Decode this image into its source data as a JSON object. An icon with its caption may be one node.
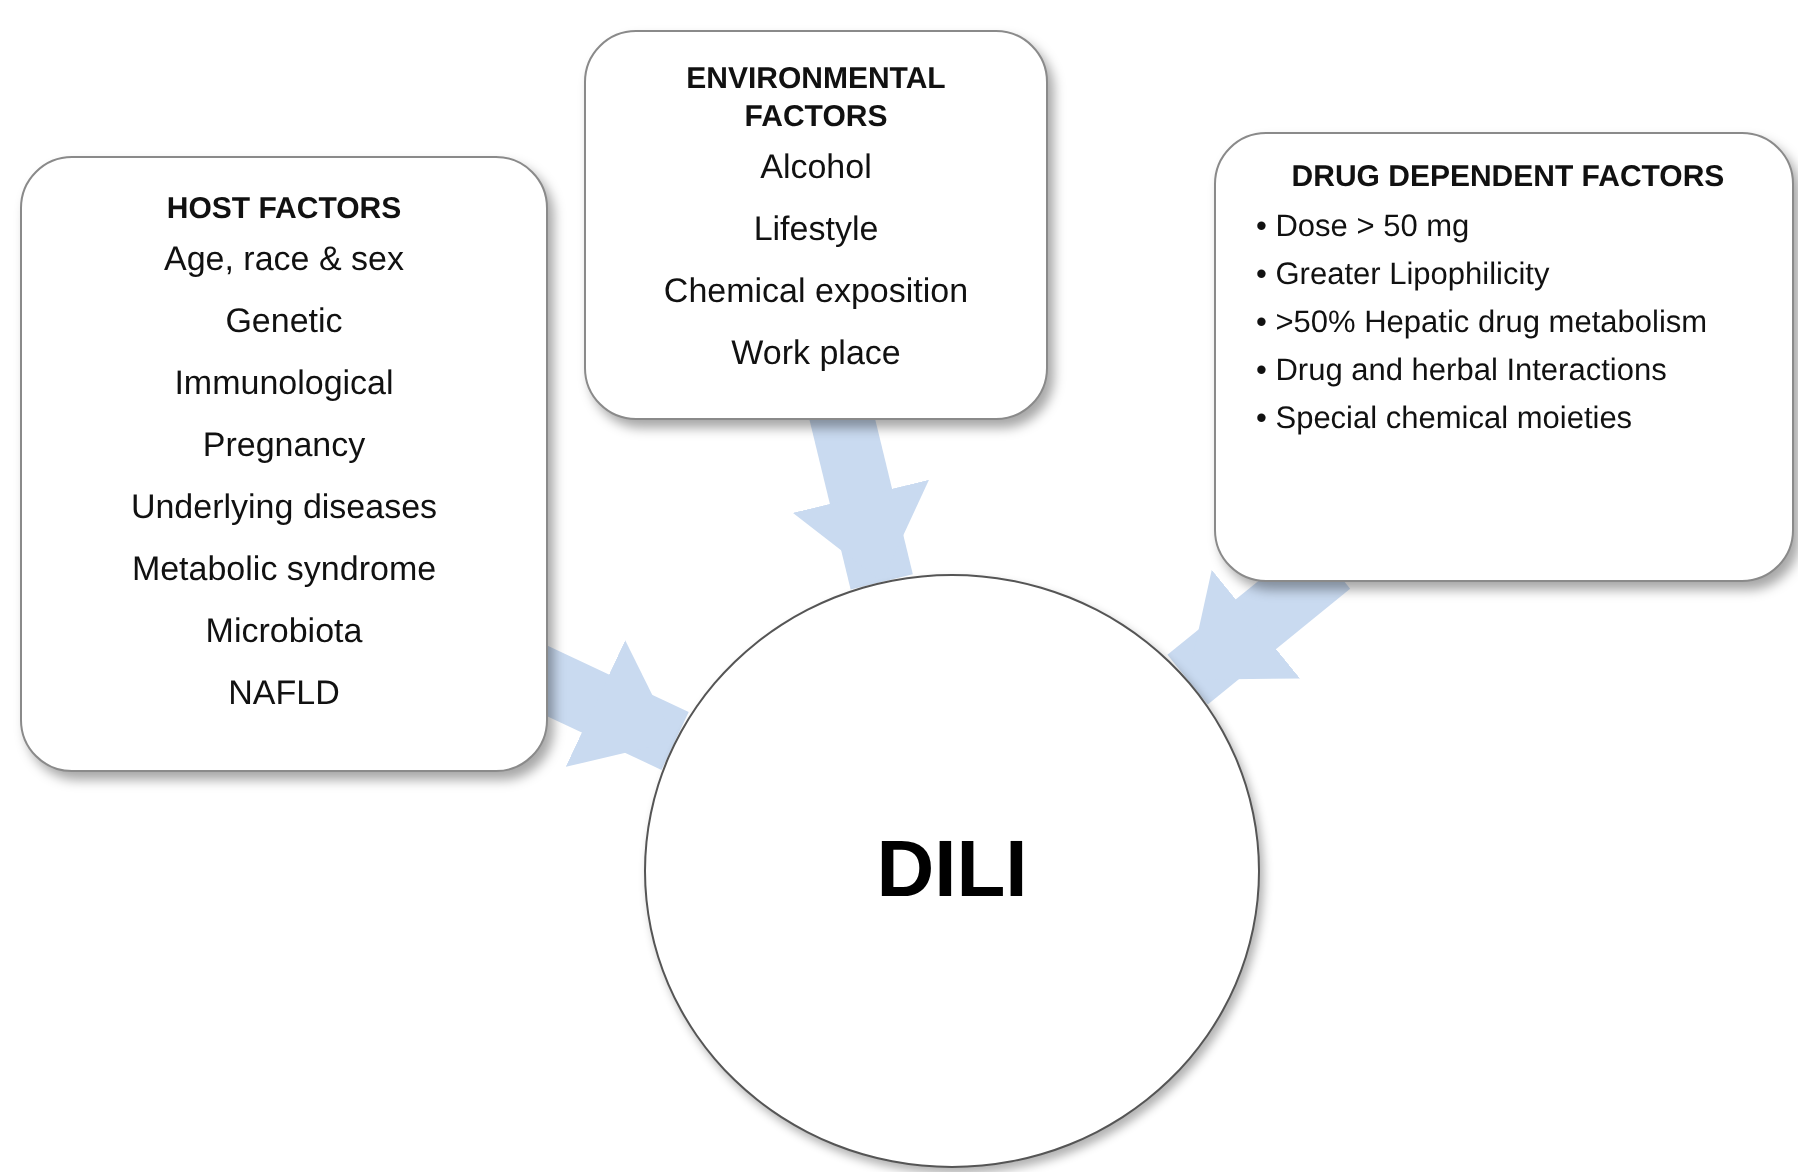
{
  "diagram": {
    "nodes": [
      {
        "text": [
          "HOST FACTORS",
          "Age, race & sex",
          "Genetic",
          "Immunological",
          "Pregnancy",
          "Underlying diseases",
          "Metabolic syndrome",
          "Microbiota",
          "NAFLD"
        ]
      },
      {
        "text": [
          "ENVIRONMENTAL FACTORS",
          "Alcohol",
          "Lifestyle",
          "Chemical exposition",
          "Work place"
        ]
      },
      {
        "text": [
          "DRUG DEPENDENT FACTORS",
          "• Dose > 50 mg",
          "• Greater Lipophilicity",
          "• >50% Hepatic drug metabolism",
          "• Drug and herbal Interactions",
          "• Special chemical moieties"
        ]
      },
      {
        "text": [
          "DILI"
        ]
      }
    ],
    "edges": [
      {
        "from": 0,
        "to": 3,
        "arrow": "to"
      },
      {
        "from": 1,
        "to": 3,
        "arrow": "to"
      },
      {
        "from": 2,
        "to": 3,
        "arrow": "to"
      }
    ]
  }
}
